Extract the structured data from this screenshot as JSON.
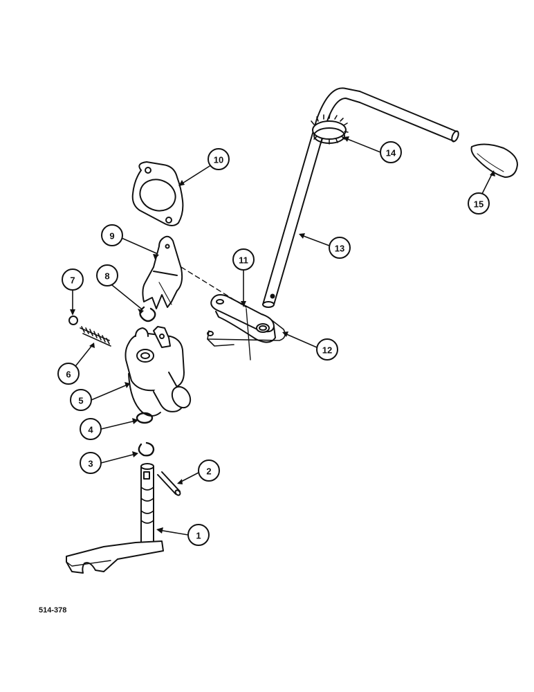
{
  "drawing_ref": "514-378",
  "callouts": [
    {
      "label": "1"
    },
    {
      "label": "2"
    },
    {
      "label": "3"
    },
    {
      "label": "4"
    },
    {
      "label": "5"
    },
    {
      "label": "6"
    },
    {
      "label": "7"
    },
    {
      "label": "8"
    },
    {
      "label": "9"
    },
    {
      "label": "10"
    },
    {
      "label": "11"
    },
    {
      "label": "12"
    },
    {
      "label": "13"
    },
    {
      "label": "14"
    },
    {
      "label": "15"
    }
  ],
  "colors": {
    "ink": "#111111",
    "paper": "#ffffff"
  }
}
